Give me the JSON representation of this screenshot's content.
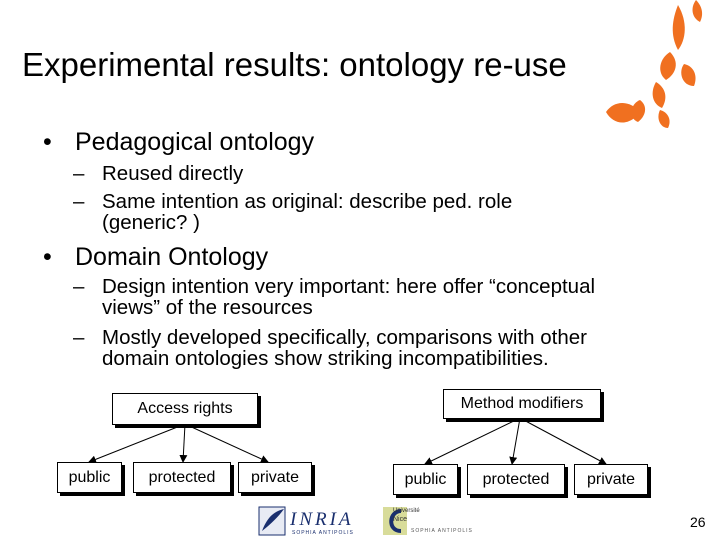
{
  "slide": {
    "title": "Experimental results: ontology re-use",
    "page_number": "26"
  },
  "bullets": [
    {
      "label": "Pedagogical ontology",
      "subitems": [
        {
          "lines": [
            "Reused directly"
          ]
        },
        {
          "lines": [
            "Same intention as original: describe ped. role",
            "(generic? )"
          ]
        }
      ]
    },
    {
      "label": "Domain Ontology",
      "subitems": [
        {
          "lines": [
            "Design intention very important: here offer “conceptual",
            "views” of the resources"
          ]
        },
        {
          "lines": [
            "Mostly developed specifically, comparisons with other",
            "domain ontologies show striking incompatibilities."
          ]
        }
      ]
    }
  ],
  "diagram_left": {
    "root": "Access rights",
    "children": [
      "public",
      "protected",
      "private"
    ]
  },
  "diagram_right": {
    "root": "Method modifiers",
    "children": [
      "public",
      "protected",
      "private"
    ]
  },
  "logos": {
    "inria": "INRIA",
    "inria_sub": "SOPHIA ANTIPOLIS",
    "unice_top": "Université",
    "unice_mid": "Nice",
    "unice_sub": "SOPHIA ANTIPOLIS"
  },
  "colors": {
    "decoration": "#f07020",
    "inria_blue": "#1a2f6e"
  }
}
